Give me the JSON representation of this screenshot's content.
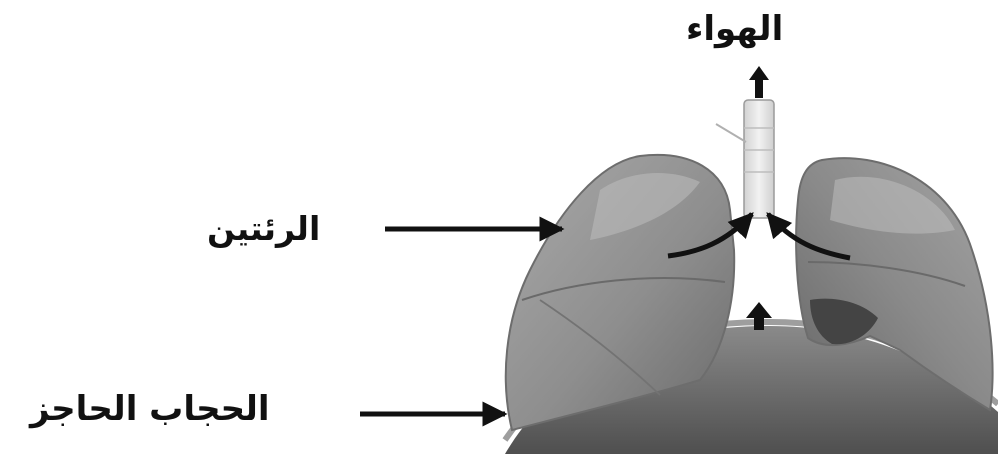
{
  "labels": {
    "air": "الهواء",
    "lungs": "الرئتين",
    "diaphragm": "الحجاب الحاجز"
  },
  "colors": {
    "lung_fill": "#8c8c8c",
    "lung_highlight": "#b9b9b9",
    "lung_shadow": "#5e5e5e",
    "diaphragm": "#6f6f6f",
    "trachea": "#e4e4e4",
    "arrow": "#111111"
  }
}
